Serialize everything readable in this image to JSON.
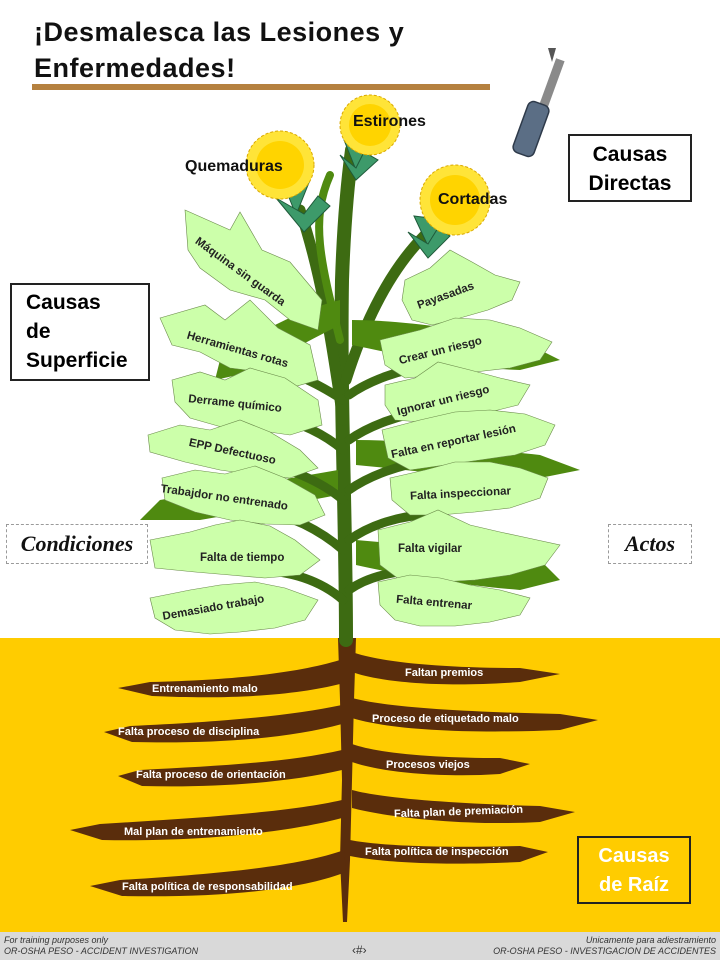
{
  "title": {
    "line1": "¡Desmalesca las Lesiones y",
    "line2": "Enfermedades!"
  },
  "boxes": {
    "direct": {
      "line1": "Causas",
      "line2": "Directas"
    },
    "surface": {
      "line1": "Causas",
      "line2": "de",
      "line3": "Superficie"
    },
    "root": {
      "line1": "Causas",
      "line2": "de Raíz"
    },
    "conditions": "Condiciones",
    "acts": "Actos"
  },
  "flowers": {
    "burns": "Quemaduras",
    "strains": "Estirones",
    "cuts": "Cortadas"
  },
  "left_leaves": [
    "Máquina sin guarda",
    "Herramientas rotas",
    "Derrame químico",
    "EPP Defectuoso",
    "Trabajdor no entrenado",
    "Falta de tiempo",
    "Demasiado trabajo"
  ],
  "right_leaves": [
    "Payasadas",
    "Crear un riesgo",
    "Ignorar un riesgo",
    "Falta en reportar lesión",
    "Falta inspeccionar",
    "Falta vigilar",
    "Falta entrenar"
  ],
  "left_roots": [
    "Entrenamiento malo",
    "Falta proceso de disciplina",
    "Falta proceso de orientación",
    "Mal plan de entrenamiento",
    "Falta política de responsabilidad"
  ],
  "right_roots": [
    "Faltan premios",
    "Proceso de etiquetado malo",
    "Procesos viejos",
    "Falta plan de premiación",
    "Falta política de inspección"
  ],
  "footer": {
    "left_line1": "For training purposes only",
    "left_line2": "OR-OSHA PESO - ACCIDENT INVESTIGATION",
    "right_line1": "Unicamente para adiestramiento",
    "right_line2": "OR-OSHA PESO - INVESTIGACION DE ACCIDENTES",
    "page_number": "‹#›"
  },
  "colors": {
    "soil": "#ffcc00",
    "root": "#5a2d0c",
    "stem": "#3d6b12",
    "leaf": "#ccffaa",
    "dark_leaf": "#4f8a10",
    "flower": "#ffe438",
    "rule": "#b5813f"
  }
}
